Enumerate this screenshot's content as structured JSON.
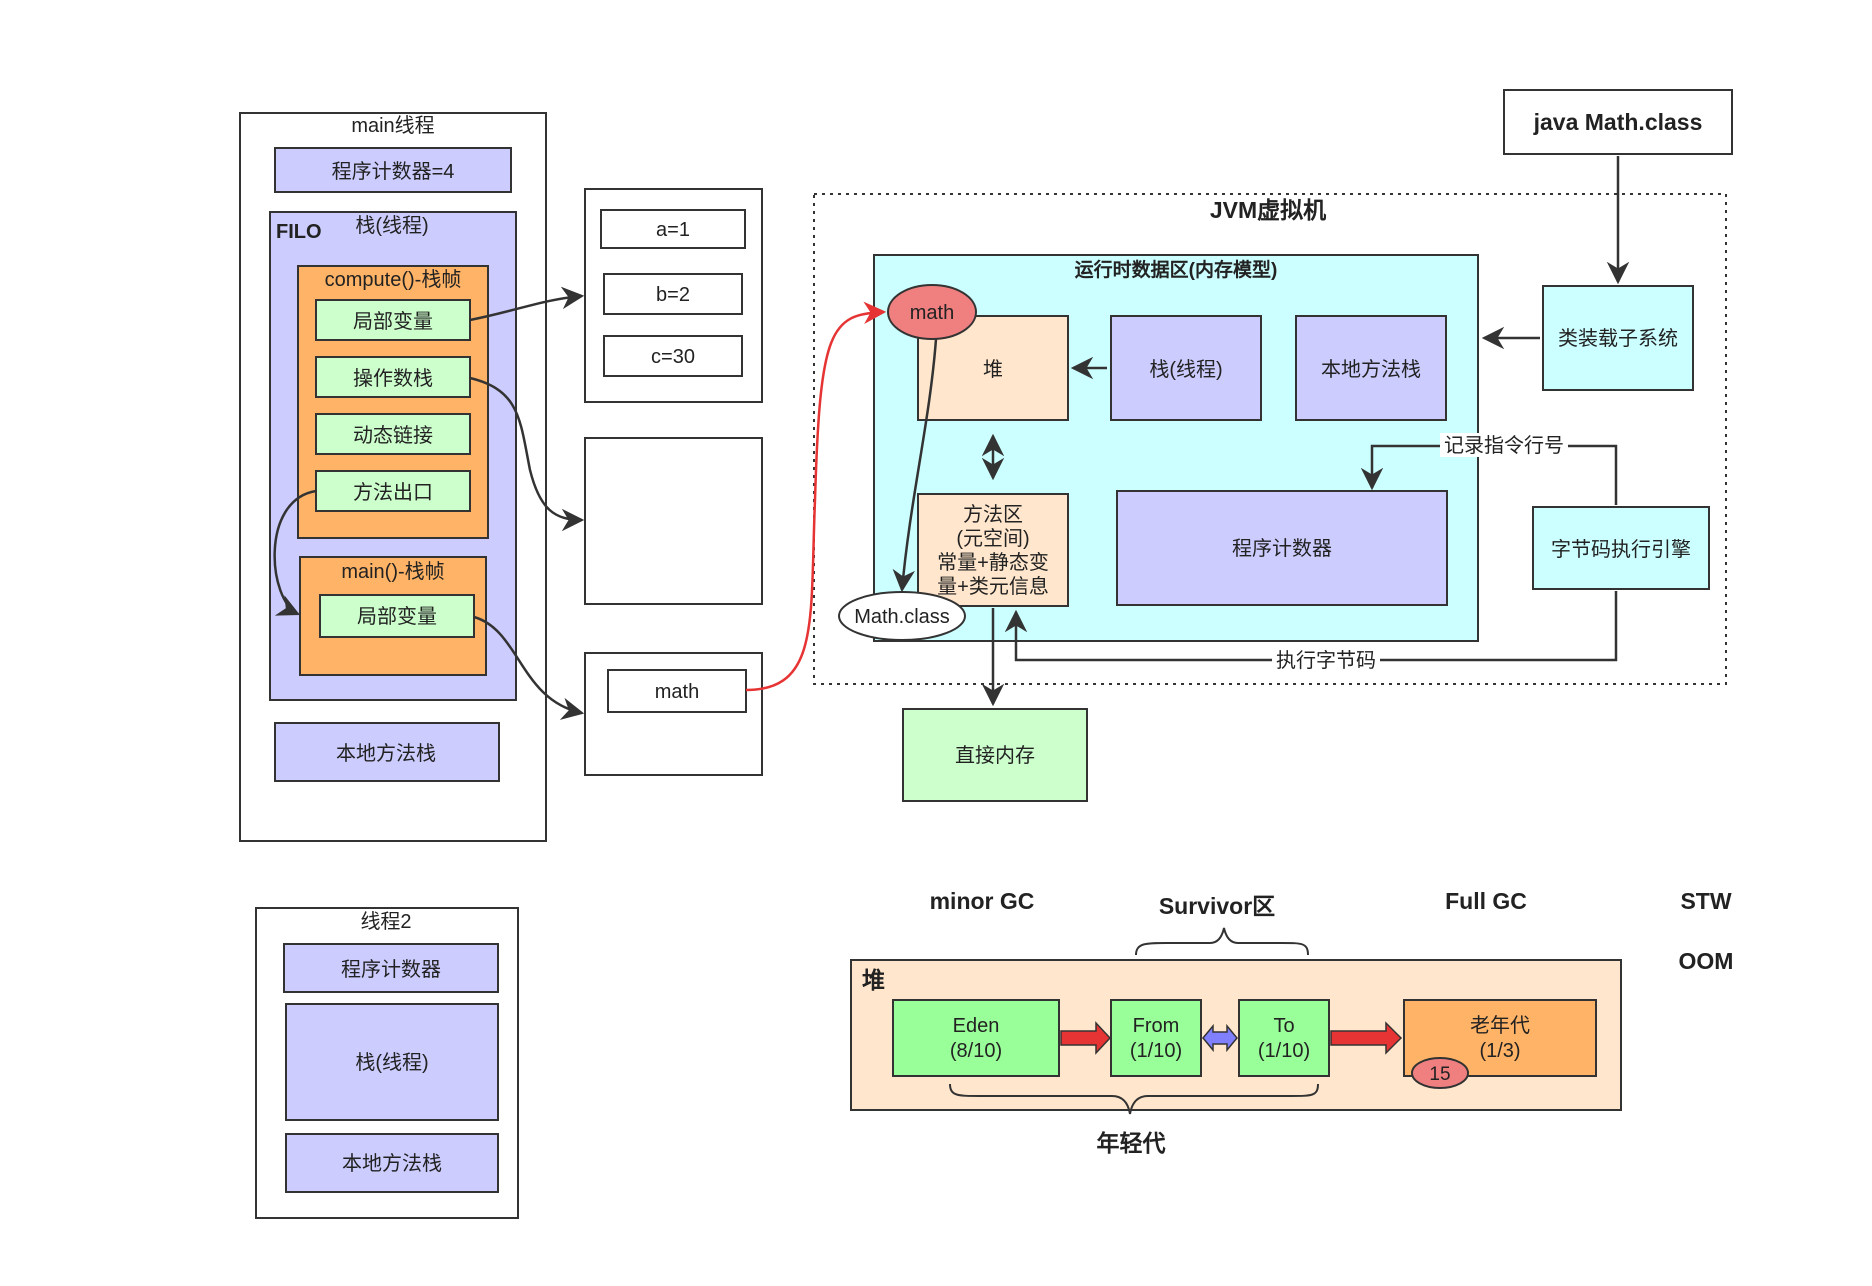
{
  "colors": {
    "purple": "#ccccff",
    "orange": "#ffb366",
    "green": "#ccffcc",
    "cyan": "#ccffff",
    "peach": "#ffe6cc",
    "salmon": "#f08080",
    "red_arrow": "#e63333",
    "blue_arrow": "#8080ff"
  },
  "main_thread": {
    "title": "main线程",
    "pc": "程序计数器=4",
    "filo": "FILO",
    "stack_title": "栈(线程)",
    "compute_frame": {
      "title": "compute()-栈帧",
      "items": [
        "局部变量",
        "操作数栈",
        "动态链接",
        "方法出口"
      ]
    },
    "main_frame": {
      "title": "main()-栈帧",
      "items": [
        "局部变量"
      ]
    },
    "native_stack": "本地方法栈"
  },
  "locals": [
    "a=1",
    "b=2",
    "c=30"
  ],
  "main_local": "math",
  "jvm": {
    "title": "JVM虚拟机",
    "runtime_title": "运行时数据区(内存模型)",
    "heap": "堆",
    "heap_object": "math",
    "stack": "栈(线程)",
    "native_stack": "本地方法栈",
    "method_area": [
      "方法区",
      "(元空间)",
      "常量+静态变",
      "量+类元信息"
    ],
    "math_class": "Math.class",
    "pc": "程序计数器",
    "class_loader": "类装载子系统",
    "engine": "字节码执行引擎",
    "record_label": "记录指令行号",
    "exec_label": "执行字节码",
    "direct_memory": "直接内存",
    "source": "java Math.class"
  },
  "thread2": {
    "title": "线程2",
    "pc": "程序计数器",
    "stack": "栈(线程)",
    "native_stack": "本地方法栈"
  },
  "gc": {
    "minor": "minor GC",
    "survivor": "Survivor区",
    "full": "Full GC",
    "stw": "STW",
    "oom": "OOM",
    "heap": "堆",
    "eden": [
      "Eden",
      "(8/10)"
    ],
    "from": [
      "From",
      "(1/10)"
    ],
    "to": [
      "To",
      "(1/10)"
    ],
    "old": [
      "老年代",
      "(1/3)"
    ],
    "age": "15",
    "young": "年轻代"
  }
}
